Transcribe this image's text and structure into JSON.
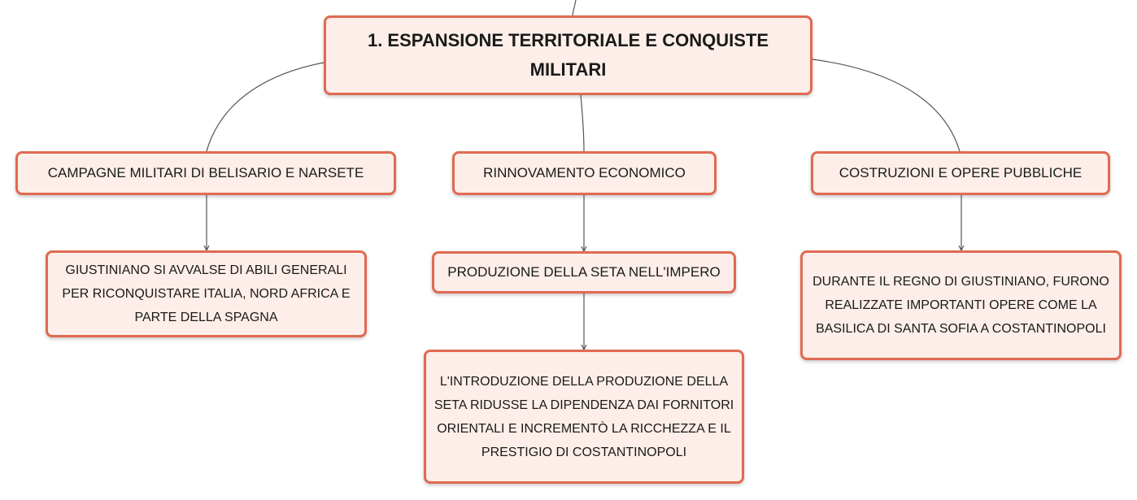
{
  "root": {
    "label": "1. ESPANSIONE TERRITORIALE E CONQUISTE MILITARI"
  },
  "branches": [
    {
      "label": "CAMPAGNE MILITARI DI BELISARIO E NARSETE",
      "children": [
        {
          "label": "GIUSTINIANO SI AVVALSE DI ABILI GENERALI PER RICONQUISTARE ITALIA, NORD AFRICA E PARTE DELLA SPAGNA"
        }
      ]
    },
    {
      "label": "RINNOVAMENTO ECONOMICO",
      "children": [
        {
          "label": "PRODUZIONE DELLA SETA NELL'IMPERO",
          "children": [
            {
              "label": "L'INTRODUZIONE DELLA PRODUZIONE DELLA SETA RIDUSSE LA DIPENDENZA DAI FORNITORI ORIENTALI E INCREMENTÒ LA RICCHEZZA E IL PRESTIGIO DI COSTANTINOPOLI"
            }
          ]
        }
      ]
    },
    {
      "label": "COSTRUZIONI E OPERE PUBBLICHE",
      "children": [
        {
          "label": "DURANTE IL REGNO DI GIUSTINIANO, FURONO REALIZZATE IMPORTANTI OPERE COME LA BASILICA DI SANTA SOFIA A COSTANTINOPOLI"
        }
      ]
    }
  ],
  "colors": {
    "node_fill": "#fdeee9",
    "node_border": "#e06a52",
    "connector": "#555555"
  }
}
